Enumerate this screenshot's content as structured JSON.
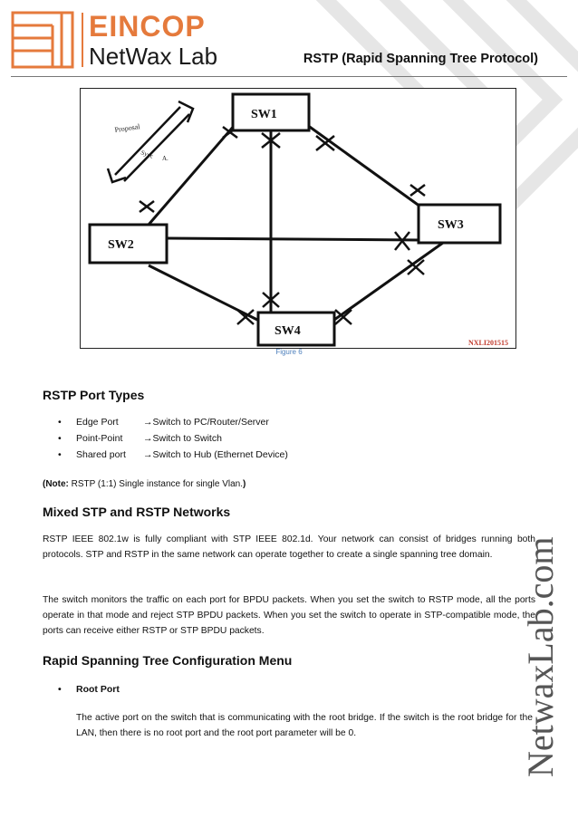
{
  "header": {
    "brand_name": "EINCOP",
    "brand_sub": "NetWax Lab",
    "title": "RSTP (Rapid Spanning Tree Protocol)"
  },
  "colors": {
    "accent": "#e57a3c",
    "caption": "#4f81bd",
    "watermark": "#555555"
  },
  "figure": {
    "caption": "Figure 6",
    "switches": {
      "sw1": "SW1",
      "sw2": "SW2",
      "sw3": "SW3",
      "sw4": "SW4"
    },
    "proposal_label": "Proposal",
    "sync_label": "Sync",
    "agreement_label": "A.",
    "code": "NXLI201515"
  },
  "watermark": "NetwaxLab.com",
  "sections": {
    "port_types": {
      "heading": "RSTP Port Types",
      "items": [
        {
          "name": "Edge Port",
          "desc": "Switch to PC/Router/Server"
        },
        {
          "name": "Point-Point",
          "desc": "Switch to Switch"
        },
        {
          "name": "Shared port",
          "desc": "Switch to Hub (Ethernet Device)"
        }
      ],
      "note_label": "(Note:",
      "note_text": " RSTP (1:1) Single instance for single Vlan.",
      "note_close": ")"
    },
    "mixed": {
      "heading": "Mixed STP and RSTP Networks",
      "p1": "RSTP IEEE 802.1w is fully compliant with STP IEEE 802.1d. Your network can consist of bridges running both protocols. STP and RSTP in the same network can operate together to create a single spanning tree domain.",
      "p2": "The switch monitors the traffic on each port for BPDU packets. When you set the switch to RSTP mode, all the ports operate in that mode and reject STP BPDU packets. When you set the switch to operate in STP-compatible mode, the ports can receive either RSTP or STP BPDU packets."
    },
    "config": {
      "heading": "Rapid Spanning Tree Configuration Menu",
      "bullet": "Root Port",
      "p": "The active port on the switch that is communicating with the root bridge. If the switch is the root bridge for the LAN, then there is no root port and the root port parameter will be 0."
    }
  }
}
